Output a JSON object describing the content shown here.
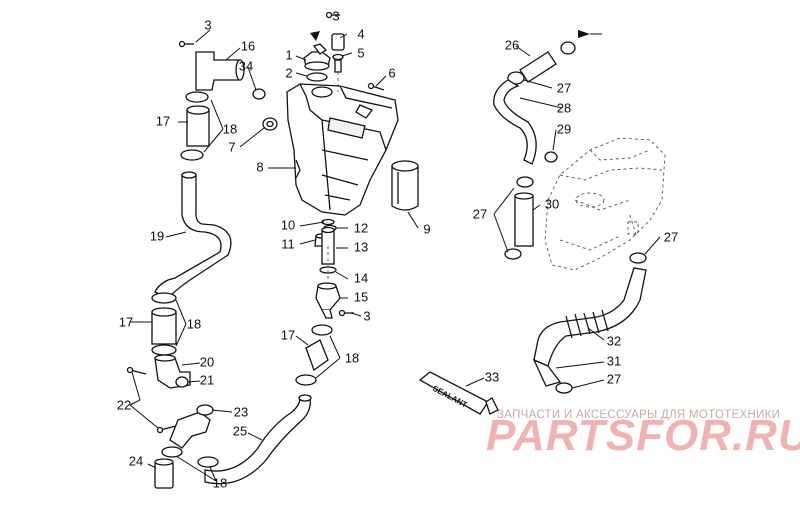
{
  "diagram": {
    "callouts": [
      {
        "id": "c3a",
        "text": "3"
      },
      {
        "id": "c16",
        "text": "16"
      },
      {
        "id": "c34",
        "text": "34"
      },
      {
        "id": "c17a",
        "text": "17"
      },
      {
        "id": "c18a",
        "text": "18"
      },
      {
        "id": "c19",
        "text": "19"
      },
      {
        "id": "c17b",
        "text": "17"
      },
      {
        "id": "c18b",
        "text": "18"
      },
      {
        "id": "c20",
        "text": "20"
      },
      {
        "id": "c21",
        "text": "21"
      },
      {
        "id": "c22",
        "text": "22"
      },
      {
        "id": "c23",
        "text": "23"
      },
      {
        "id": "c24",
        "text": "24"
      },
      {
        "id": "c18c",
        "text": "18"
      },
      {
        "id": "c25",
        "text": "25"
      },
      {
        "id": "c3b",
        "text": "3"
      },
      {
        "id": "c4",
        "text": "4"
      },
      {
        "id": "c5",
        "text": "5"
      },
      {
        "id": "c1",
        "text": "1"
      },
      {
        "id": "c2",
        "text": "2"
      },
      {
        "id": "c6",
        "text": "6"
      },
      {
        "id": "c7",
        "text": "7"
      },
      {
        "id": "c8",
        "text": "8"
      },
      {
        "id": "c9",
        "text": "9"
      },
      {
        "id": "c10",
        "text": "10"
      },
      {
        "id": "c11",
        "text": "11"
      },
      {
        "id": "c12",
        "text": "12"
      },
      {
        "id": "c13",
        "text": "13"
      },
      {
        "id": "c14",
        "text": "14"
      },
      {
        "id": "c15",
        "text": "15"
      },
      {
        "id": "c3c",
        "text": "3"
      },
      {
        "id": "c17c",
        "text": "17"
      },
      {
        "id": "c18d",
        "text": "18"
      },
      {
        "id": "c26",
        "text": "26"
      },
      {
        "id": "c27a",
        "text": "27"
      },
      {
        "id": "c28",
        "text": "28"
      },
      {
        "id": "c29",
        "text": "29"
      },
      {
        "id": "c27b",
        "text": "27"
      },
      {
        "id": "c30",
        "text": "30"
      },
      {
        "id": "c27c",
        "text": "27"
      },
      {
        "id": "c32",
        "text": "32"
      },
      {
        "id": "c31",
        "text": "31"
      },
      {
        "id": "c27d",
        "text": "27"
      },
      {
        "id": "c33",
        "text": "33"
      }
    ],
    "sealant_label": "SEALANT"
  },
  "watermark": {
    "subtitle": "ЗАПЧАСТИ И АКСЕССУАРЫ ДЛЯ МОТОТЕХНИКИ",
    "brand": "PARTSFOR.RU"
  },
  "colors": {
    "line": "#111111",
    "watermark_text": "#c9a9a9",
    "watermark_brand": "#f0b3b3"
  }
}
